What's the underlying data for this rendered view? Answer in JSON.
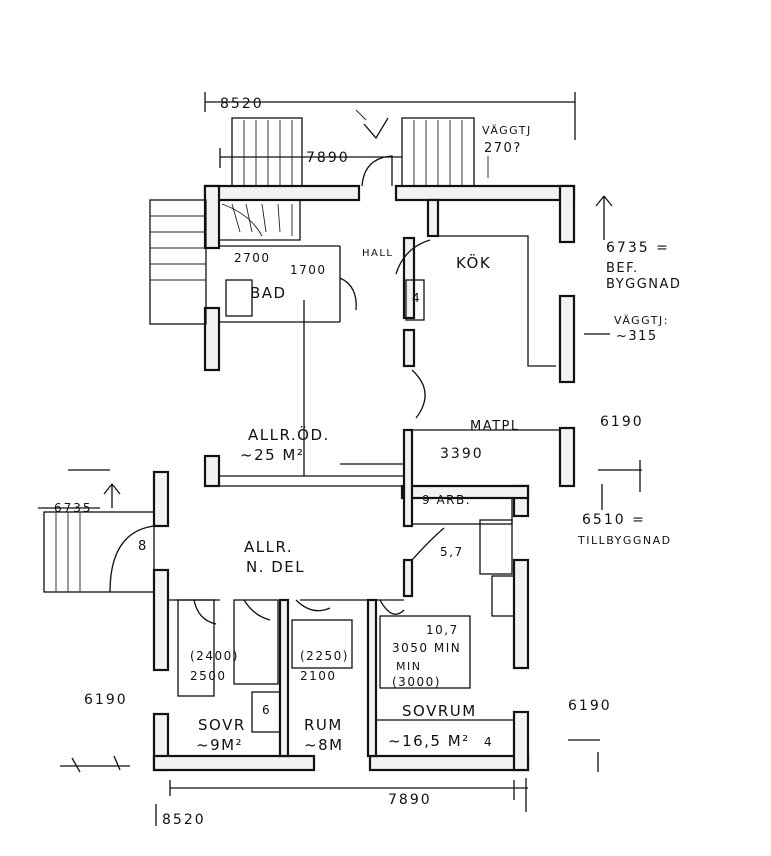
{
  "dimensions": {
    "top_width_a": "8520",
    "top_width_b": "7890",
    "bottom_width_a": "8520",
    "bottom_width_b": "7890",
    "left_6735": "6735",
    "left_6190": "6190",
    "right_6190_upper": "6190",
    "right_6190_lower": "6190",
    "right_6735": "6735 =",
    "right_6735_note_1": "BEF.",
    "right_6735_note_2": "BYGGNAD",
    "right_6510": "6510 =",
    "right_6510_note": "TILLBYGGNAD",
    "wall_thickness_top_1": "VÄGGTJ",
    "wall_thickness_top_2": "270?",
    "wall_thickness_side_1": "VÄGGTJ:",
    "wall_thickness_side_2": "~315"
  },
  "rooms": {
    "hall": "HALL",
    "kok": "KÖK",
    "bad": "BAD",
    "bad_dim_1": "2700",
    "bad_dim_2": "1700",
    "closet_4": "4",
    "allr_od_1": "ALLR.ÖD.",
    "allr_od_2": "~25 M²",
    "matpl": "MATPL",
    "matpl_dim": "3390",
    "arb": "9 ARB.",
    "allr_n_1": "ALLR.",
    "allr_n_2": "N. DEL",
    "stair_8": "8",
    "wc_num": "5,7",
    "sovr_left_dim_1": "(2400)",
    "sovr_left_dim_2": "2500",
    "sovr_left_closet": "6",
    "sovr_left_1": "SOVR",
    "sovr_left_2": "~9M²",
    "rum_dim_1": "(2250)",
    "rum_dim_2": "2100",
    "rum_1": "RUM",
    "rum_2": "~8M",
    "sovrum_num": "10,7",
    "sovrum_dim_1": "3050 MIN",
    "sovrum_dim_2": "MIN",
    "sovrum_dim_3": "(3000)",
    "sovrum_1": "SOVRUM",
    "sovrum_2": "~16,5 M²",
    "sovrum_closet": "4"
  }
}
